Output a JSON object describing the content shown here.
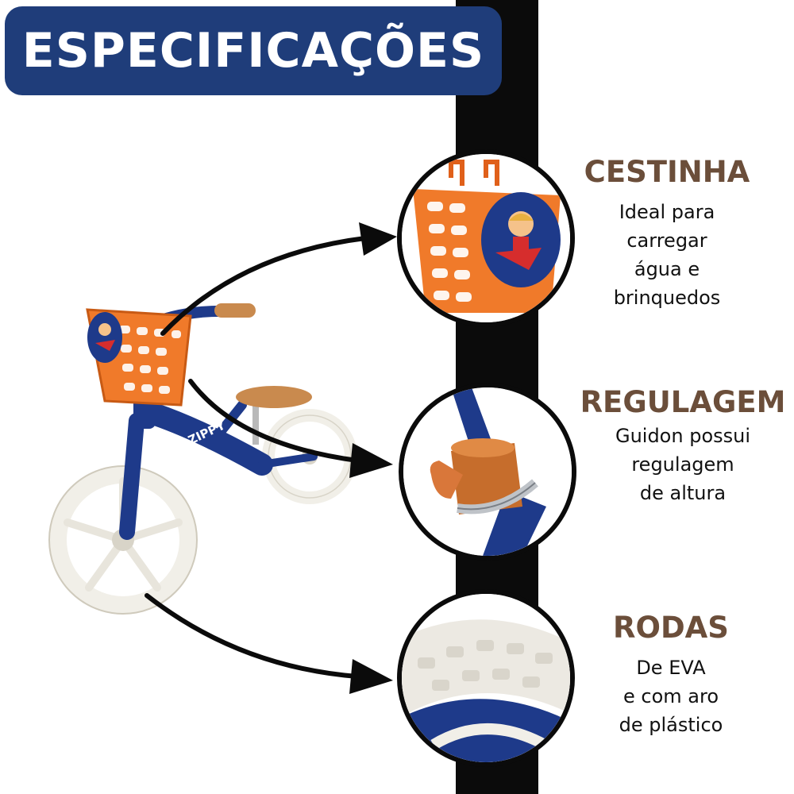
{
  "header": {
    "title": "ESPECIFICAÇÕES"
  },
  "features": [
    {
      "title": "CESTINHA",
      "lines": [
        "Ideal para",
        "carregar",
        "água e",
        "brinquedos"
      ]
    },
    {
      "title": "REGULAGEM",
      "lines": [
        "Guidon possui",
        "regulagem",
        "de altura"
      ]
    },
    {
      "title": "RODAS",
      "lines": [
        "De EVA",
        "e com aro",
        "de plástico"
      ]
    }
  ],
  "bike": {
    "brand": "ZIPPY"
  },
  "colors": {
    "banner": "#1f3d7a",
    "title_brown": "#6b4e3a",
    "frame_blue": "#1e3a8a",
    "basket_orange": "#f07a2a",
    "tan": "#c98a4e",
    "tire_white": "#f1efe8",
    "stripe": "#0b0b0b"
  }
}
